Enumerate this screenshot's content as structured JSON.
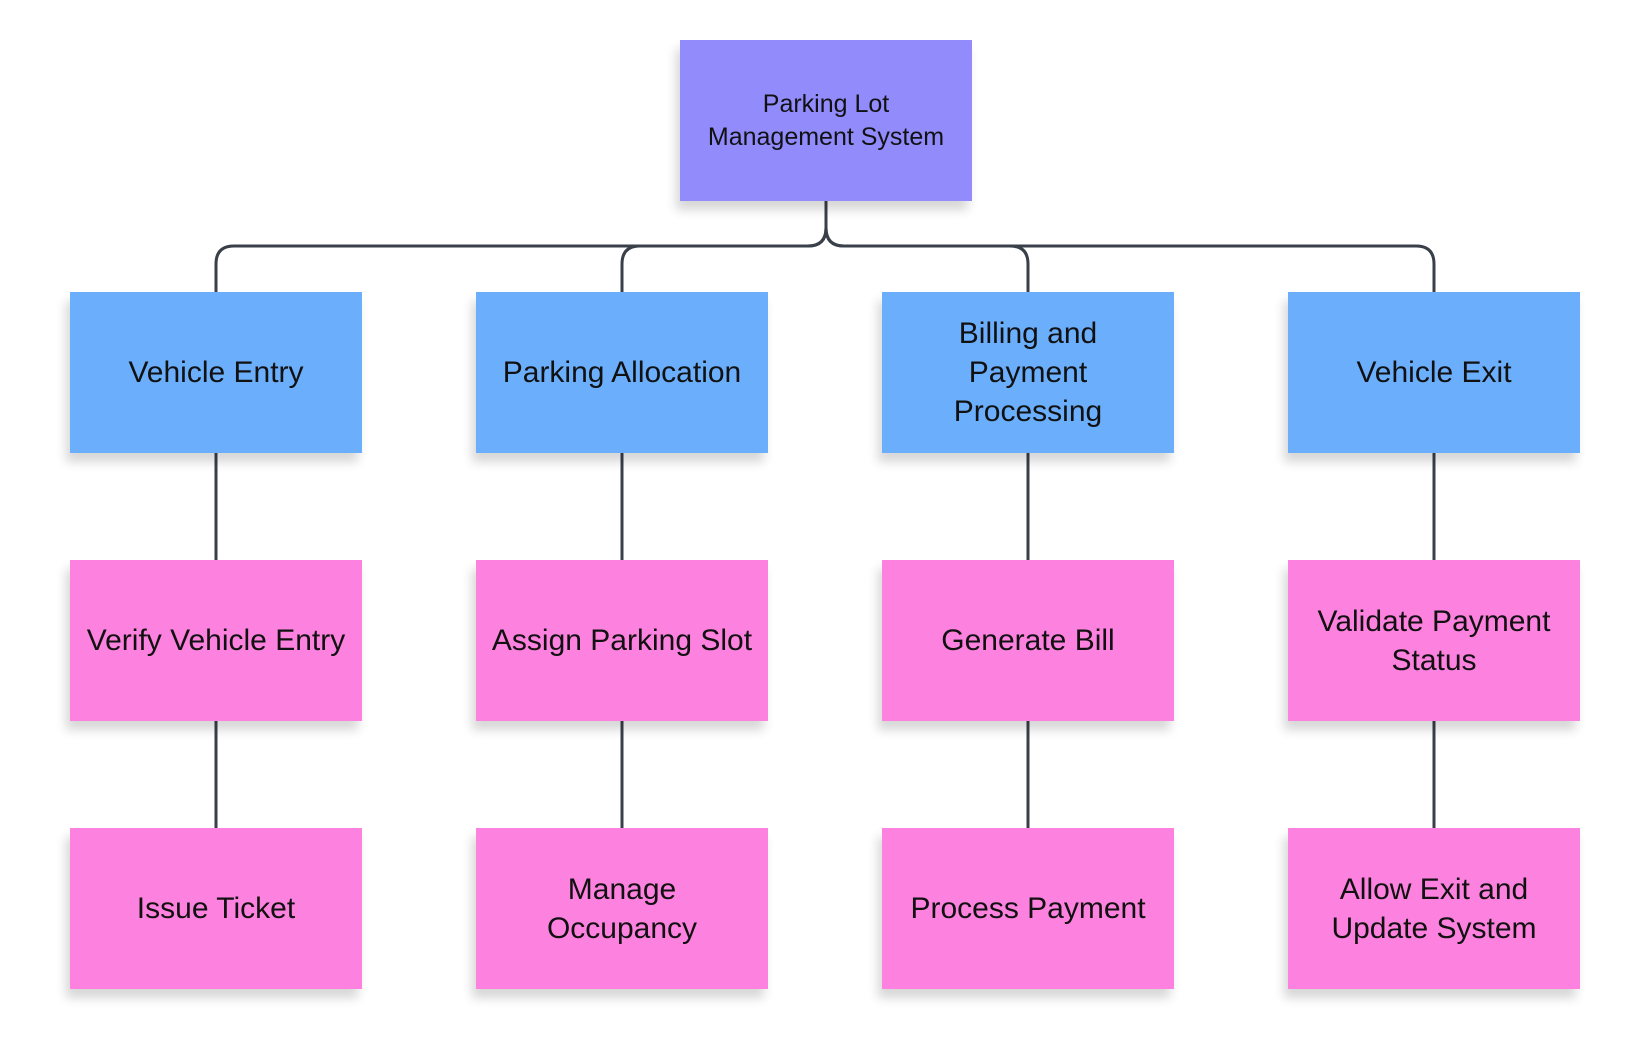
{
  "diagram": {
    "colors": {
      "root": "#918bfc",
      "category": "#6aaefc",
      "task": "#fd81df",
      "connector": "#3a4049"
    },
    "root": {
      "label": "Parking Lot Management System"
    },
    "columns": [
      {
        "category": "Vehicle Entry",
        "tasks": [
          "Verify Vehicle Entry",
          "Issue Ticket"
        ]
      },
      {
        "category": "Parking Allocation",
        "tasks": [
          "Assign Parking Slot",
          "Manage Occupancy"
        ]
      },
      {
        "category": "Billing and Payment Processing",
        "tasks": [
          "Generate Bill",
          "Process Payment"
        ]
      },
      {
        "category": "Vehicle Exit",
        "tasks": [
          "Validate Payment Status",
          "Allow Exit and Update System"
        ]
      }
    ]
  }
}
